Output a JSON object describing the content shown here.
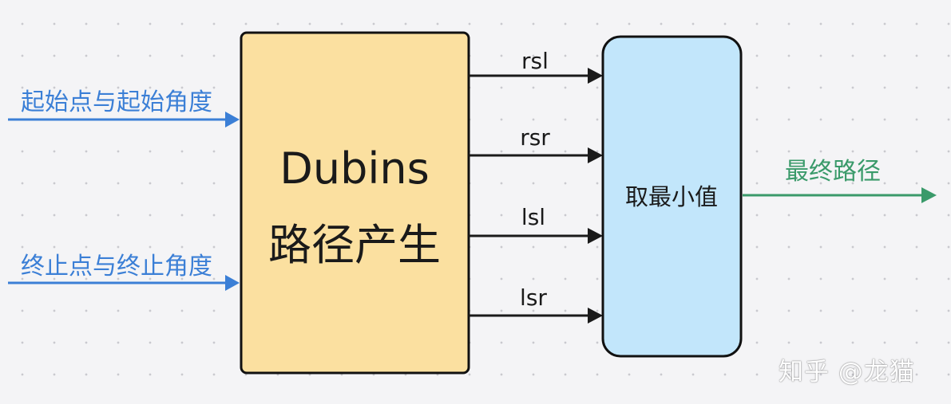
{
  "inputs": [
    {
      "label": "起始点与起始角度"
    },
    {
      "label": "终止点与终止角度"
    }
  ],
  "generator_box": {
    "title_line1": "Dubins",
    "title_line2": "路径产生"
  },
  "paths": [
    {
      "label": "rsl"
    },
    {
      "label": "rsr"
    },
    {
      "label": "lsl"
    },
    {
      "label": "lsr"
    }
  ],
  "min_box": {
    "label": "取最小值"
  },
  "output": {
    "label": "最终路径"
  },
  "watermark": "知乎 @龙猫",
  "colors": {
    "input_arrow": "#3b7fd6",
    "output_arrow": "#3a9a6a",
    "path_arrow": "#1a1a1a",
    "generator_fill": "#fbe0a0",
    "min_fill": "#c2e6fb",
    "box_stroke": "#111111"
  }
}
